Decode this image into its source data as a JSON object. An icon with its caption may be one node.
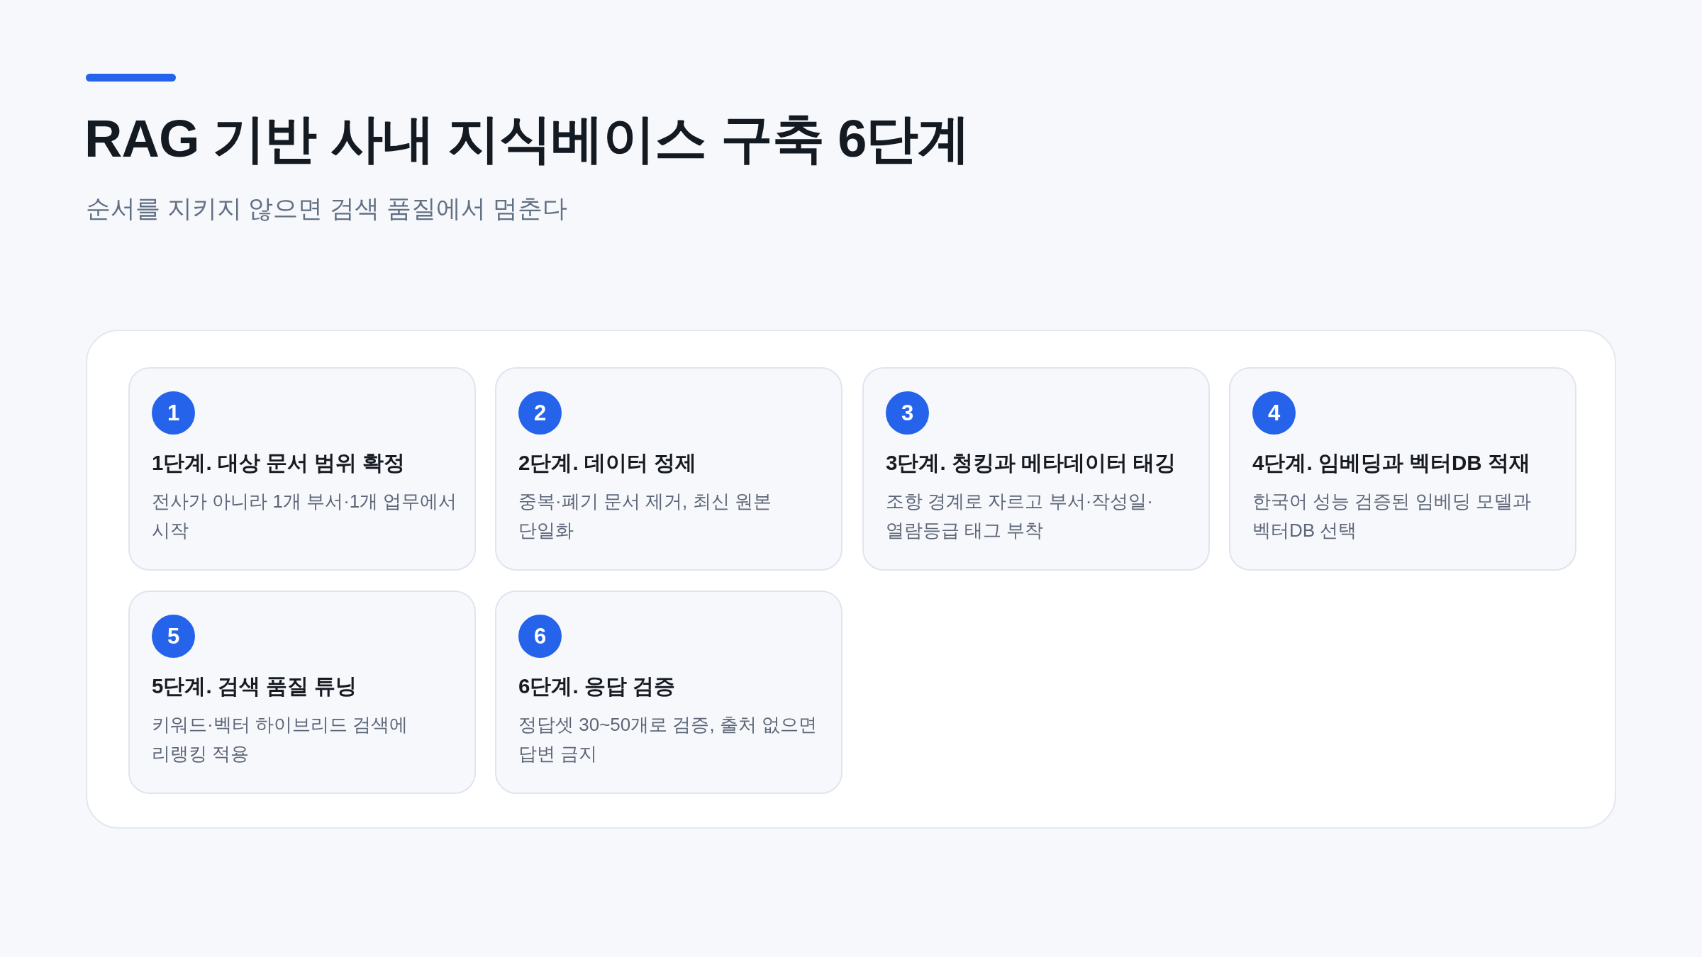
{
  "diagram": {
    "title": "RAG 기반 사내 지식베이스 구축 6단계",
    "nodes": [
      {
        "text": [],
        "shape": "box"
      },
      {
        "text": [
          "1단계. 대상 문서 범위 확정",
          "전사가 아니라 1개 부서·1개 업무에서 시작"
        ],
        "in": 0
      },
      {
        "text": [
          "1"
        ],
        "in": 1
      },
      {
        "text": [
          "2단계. 데이터 정제",
          "중복·폐기 문서 제거, 최신 원본 단일화"
        ],
        "in": 0
      },
      {
        "text": [
          "2"
        ],
        "in": 3
      },
      {
        "text": [
          "3단계. 청킹과 메타데이터 태깅",
          "조항 경계로 자르고 부서·작성일·열람등급 태그 부착"
        ],
        "in": 0
      },
      {
        "text": [
          "3"
        ],
        "in": 5
      },
      {
        "text": [
          "4단계. 임베딩과 벡터DB 적재",
          "한국어 성능 검증된 임베딩 모델과 벡터DB 선택"
        ],
        "in": 0
      },
      {
        "text": [
          "4"
        ],
        "in": 7
      },
      {
        "text": [
          "5단계. 검색 품질 튜닝",
          "키워드·벡터 하이브리드 검색에 리랭킹 적용"
        ],
        "in": 0
      },
      {
        "text": [
          "5"
        ],
        "in": 9
      },
      {
        "text": [
          "6단계. 응답 검증",
          "정답셋 30~50개로 검증, 출처 없으면 답변 금지"
        ],
        "in": 0
      },
      {
        "text": [
          "6"
        ],
        "in": 11
      }
    ],
    "labels": [
      "순서를 지키지 않으면 검색 품질에서 멈춘다"
    ]
  }
}
